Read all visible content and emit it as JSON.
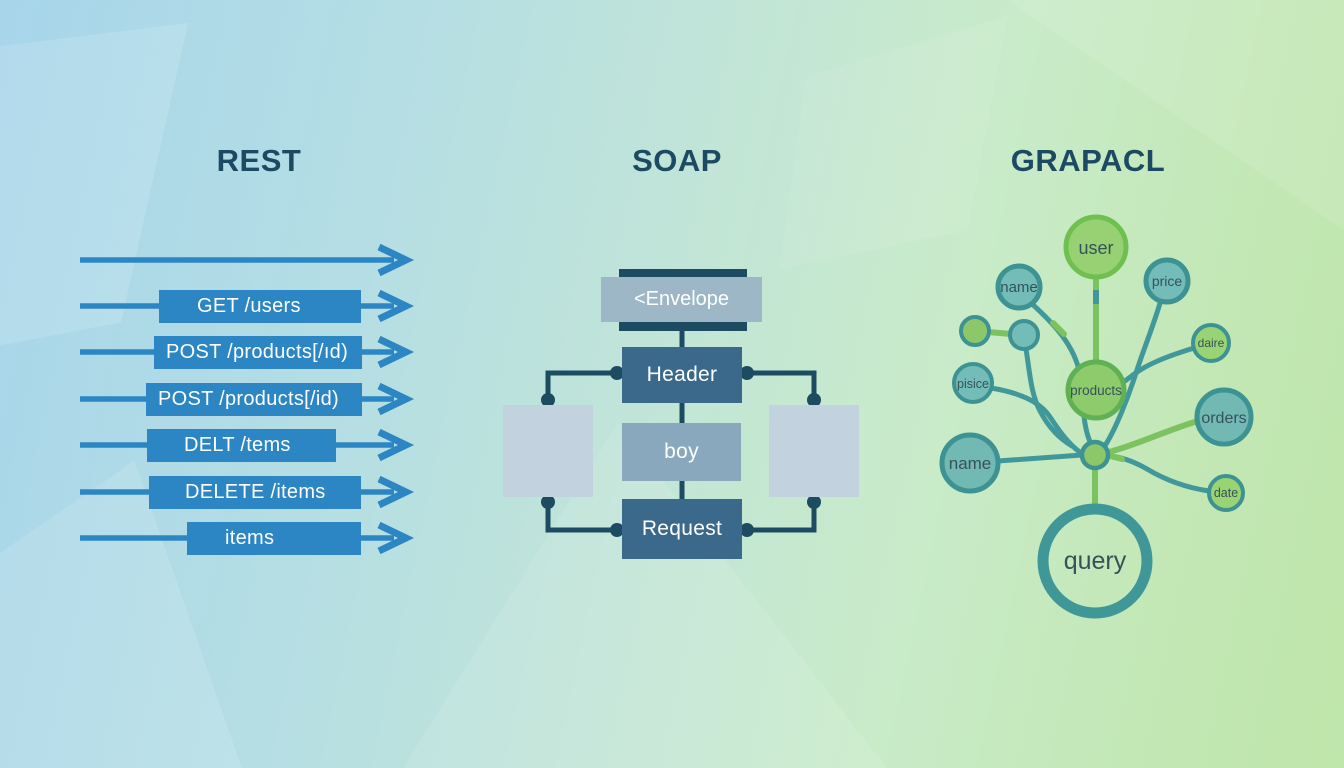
{
  "rest": {
    "title": "REST",
    "rows": [
      "",
      "GET /users",
      "POST /products[/ıd)",
      "POST /products[/id)",
      "DELT /tems",
      "DELETE /items",
      "items"
    ]
  },
  "soap": {
    "title": "SOAP",
    "envelope_label": "<Envelope",
    "boxes": [
      "Header",
      "boy",
      "Request"
    ]
  },
  "graphql": {
    "title": "GRAPACL",
    "nodes": {
      "user": {
        "label": "user"
      },
      "name_top": {
        "label": "name"
      },
      "price": {
        "label": "price"
      },
      "daire": {
        "label": "daire"
      },
      "pisice": {
        "label": "pisice"
      },
      "products": {
        "label": "products"
      },
      "orders": {
        "label": "orders"
      },
      "name_bottom": {
        "label": "name"
      },
      "date": {
        "label": "date"
      },
      "query": {
        "label": "query"
      }
    }
  },
  "colors": {
    "rest_blue": "#2b86c3",
    "soap_navy": "#1d4b61",
    "soap_steel": "#3a698c",
    "soap_envelope_box": "#9db7c7",
    "soap_body_box": "#8aa8bd",
    "soap_icon_panel": "#c3d2df",
    "graph_teal": "#3d9294",
    "graph_green": "#7cc25e",
    "title_text": "#1d4a63"
  }
}
